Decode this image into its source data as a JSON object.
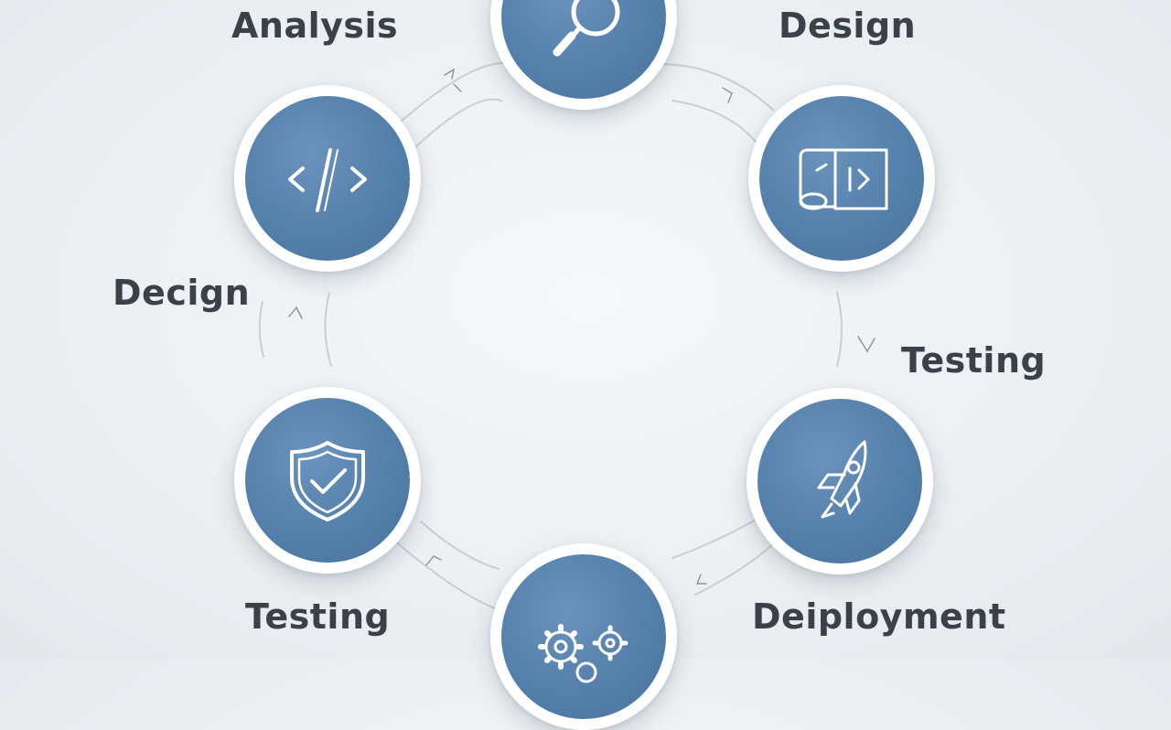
{
  "diagram": {
    "accent_color": "#527ea9",
    "ring_color": "#c9ced4",
    "labels": {
      "top_left": "Analysis",
      "top_right": "Design",
      "middle_left": "Decign",
      "middle_right": "Testing",
      "bottom_left": "Testing",
      "bottom_right": "Deiployment"
    },
    "nodes": [
      {
        "icon": "magnifier-icon"
      },
      {
        "icon": "blueprint-code-icon"
      },
      {
        "icon": "rocket-icon"
      },
      {
        "icon": "gears-icon"
      },
      {
        "icon": "shield-check-icon"
      },
      {
        "icon": "code-brackets-icon"
      }
    ]
  }
}
